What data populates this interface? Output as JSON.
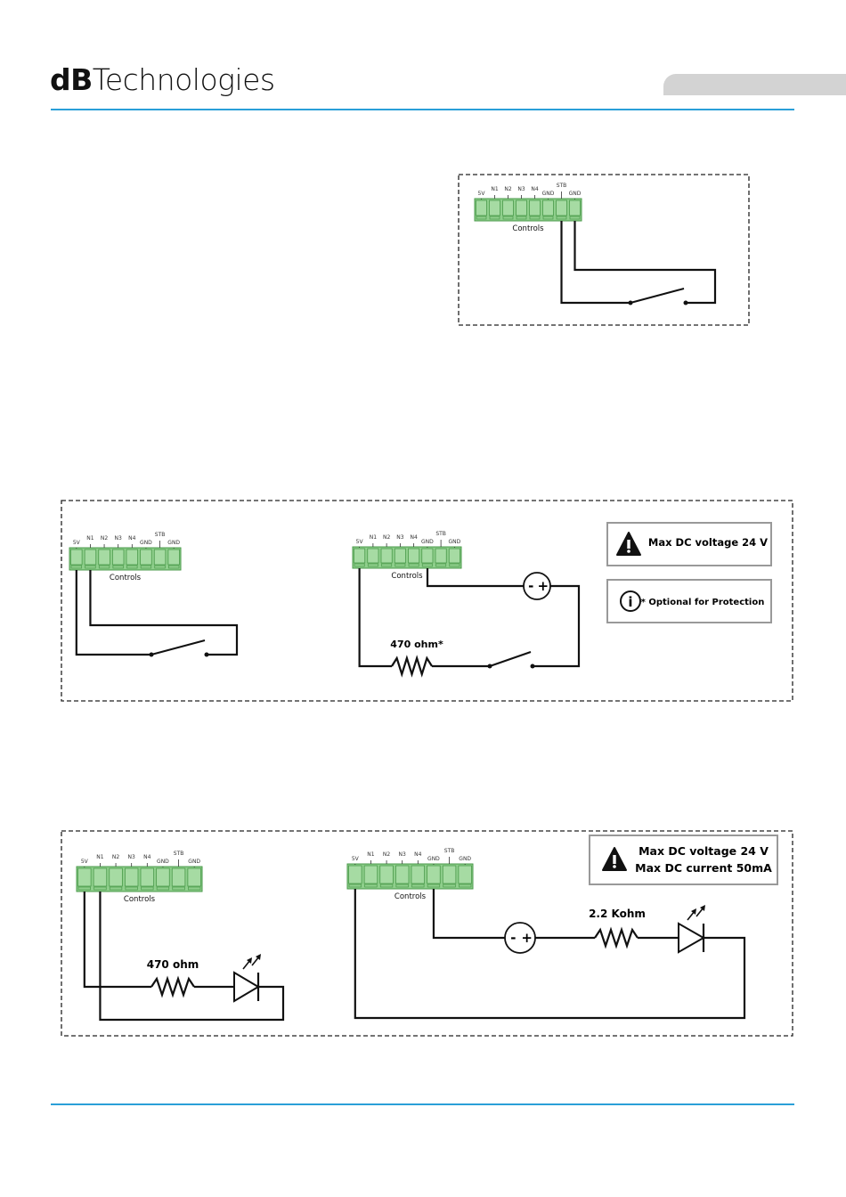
{
  "header": {
    "brand_bold": "dB",
    "brand_light": "Technologies"
  },
  "colors": {
    "accent": "#2a9fd8",
    "connector": "#8fcf8c",
    "connector_dark": "#4a9a4a",
    "wire": "#111111",
    "tab": "#d3d3d3"
  },
  "connector": {
    "pins": [
      "5V",
      "N1",
      "N2",
      "N3",
      "N4",
      "GND",
      "STB",
      "GND"
    ],
    "label": "Controls"
  },
  "diagram2": {
    "resistor_label": "470 ohm*",
    "battery_minus": "-",
    "battery_plus": "+",
    "warning": {
      "icon": "warning-triangle-icon",
      "text": "Max DC voltage 24 V"
    },
    "note": {
      "icon": "info-circle-icon",
      "text": "* Optional for Protection"
    }
  },
  "diagram3": {
    "resistor_left_label": "470 ohm",
    "resistor_right_label": "2.2 Kohm",
    "battery_minus": "-",
    "battery_plus": "+",
    "warning": {
      "icon": "warning-triangle-icon",
      "line1": "Max DC voltage 24 V",
      "line2": "Max DC current 50mA"
    }
  }
}
